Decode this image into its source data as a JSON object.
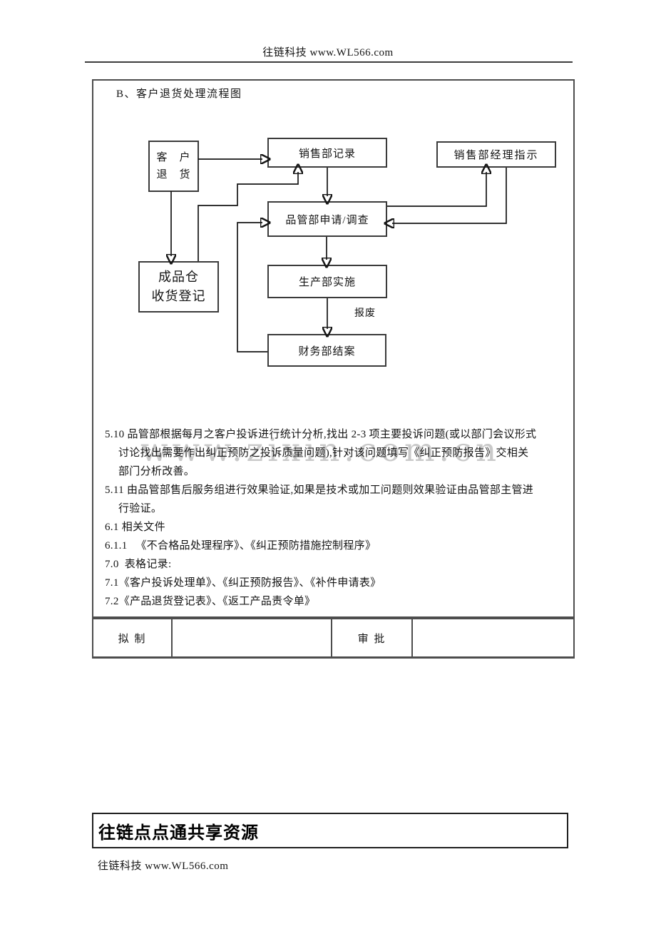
{
  "header": {
    "text": "往链科技 www.WL566.com"
  },
  "footer": {
    "text": "往链科技 www.WL566.com"
  },
  "watermark": {
    "text": "www.zixin.com.cn"
  },
  "share_banner": {
    "text": "往链点点通共享资源"
  },
  "document": {
    "title": "B、客户退货处理流程图",
    "flowchart": {
      "customer": {
        "line1": "客　户",
        "line2": "退　货"
      },
      "sales_record": {
        "label": "销售部记录"
      },
      "manager": {
        "label": "销售部经理指示"
      },
      "qc": {
        "label": "品管部申请/调查"
      },
      "warehouse": {
        "line1": "成品仓",
        "line2": "收货登记"
      },
      "production": {
        "label": "生产部实施"
      },
      "finance": {
        "label": "财务部结案"
      },
      "scrap_label": "报废"
    },
    "lines": [
      "5.10 品管部根据每月之客户投诉进行统计分析,找出 2-3 项主要投诉问题(或以部门会议形式",
      "讨论找出需要作出纠正预防之投诉质量问题),针对该问题填写《纠正预防报告》交相关",
      "部门分析改善。",
      "5.11 由品管部售后服务组进行效果验证,如果是技术或加工问题则效果验证由品管部主管进",
      "行验证。",
      "6.1 相关文件",
      "6.1.1 　《不合格品处理程序》、《纠正预防措施控制程序》",
      "7.0  表格记录:",
      "7.1《客户投诉处理单》、《纠正预防报告》、《补件申请表》",
      "7.2《产品退货登记表》、《返工产品责令单》"
    ],
    "approval_table": {
      "draft_label": "拟 制",
      "draft_value": "",
      "approve_label": "审 批",
      "approve_value": ""
    }
  }
}
